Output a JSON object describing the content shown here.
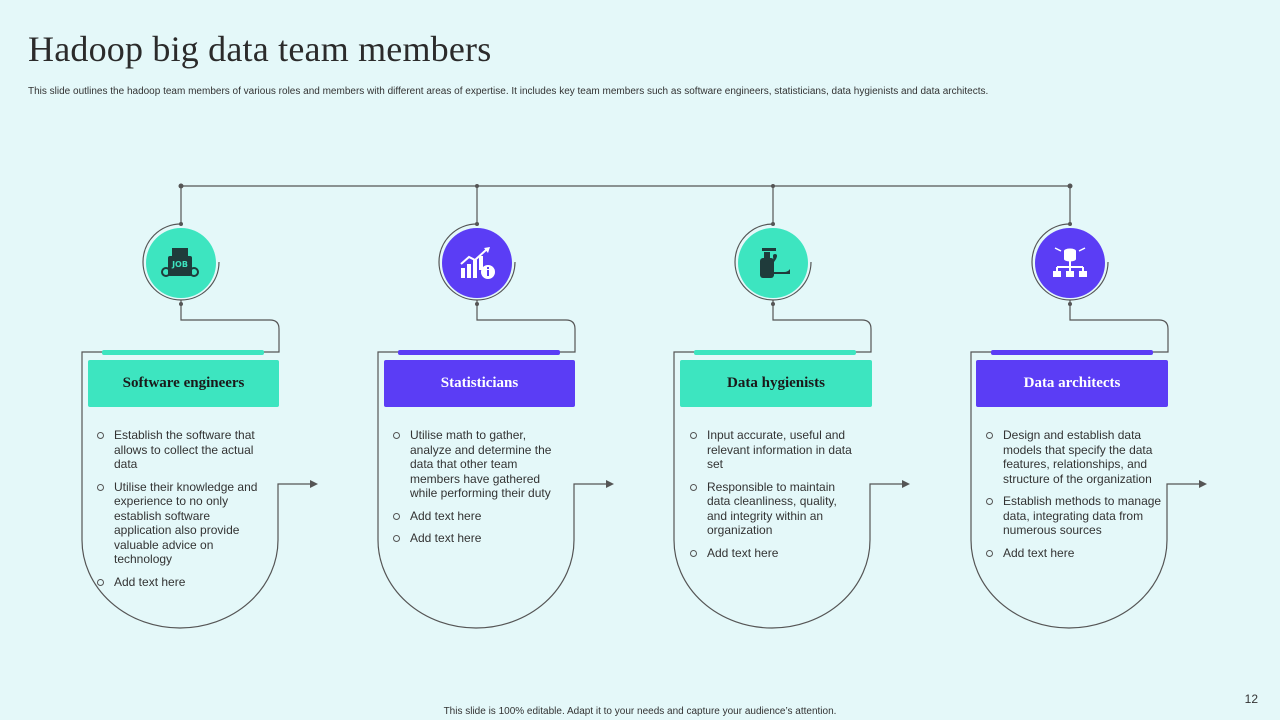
{
  "slide": {
    "title": "Hadoop big data team members",
    "subtitle": "This slide outlines the hadoop team members of various roles and members  with different areas of expertise. It includes key team members such as software engineers, statisticians, data hygienists and data architects.",
    "footer": "This slide is 100% editable.  Adapt it to your needs and capture your audience’s attention.",
    "page_number": "12"
  },
  "colors": {
    "background": "#e4f8f9",
    "teal": "#3de5c0",
    "purple": "#5b3df5",
    "line": "#555555"
  },
  "members": [
    {
      "role": "Software engineers",
      "icon": "job-gear-icon",
      "color": "teal",
      "points": [
        "Establish the software that allows to collect the actual data",
        "Utilise their knowledge and experience to no only establish software application also provide valuable advice on technology",
        "Add text here"
      ]
    },
    {
      "role": "Statisticians",
      "icon": "growth-chart-info-icon",
      "color": "purple",
      "points": [
        "Utilise math to gather, analyze  and determine the data that other team members have gathered while performing their duty",
        "Add text here",
        "Add text here"
      ]
    },
    {
      "role": "Data hygienists",
      "icon": "sanitizer-hand-icon",
      "color": "teal",
      "points": [
        "Input accurate, useful and relevant information in data set",
        "Responsible to maintain data cleanliness, quality, and integrity within an organization",
        "Add text here"
      ]
    },
    {
      "role": "Data architects",
      "icon": "database-network-icon",
      "color": "purple",
      "points": [
        "Design and establish data models that specify the data features, relationships, and structure of the organization",
        "Establish methods to manage data, integrating data from numerous sources",
        "Add text here"
      ]
    }
  ]
}
